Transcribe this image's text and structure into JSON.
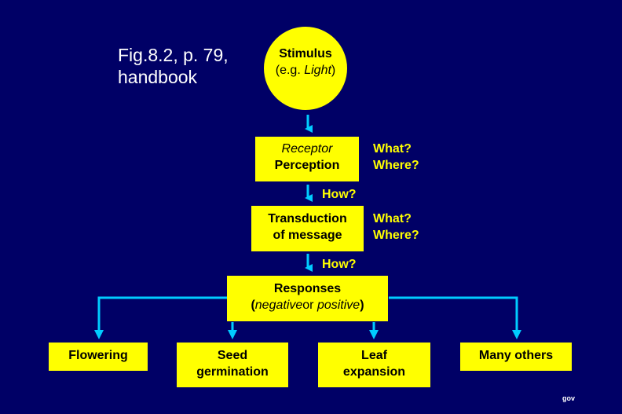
{
  "caption": {
    "line1": "Fig.8.2, p. 79,",
    "line2": "handbook"
  },
  "stimulus": {
    "line1": "Stimulus",
    "line2_prefix": "(e.g. ",
    "line2_italic": "Light",
    "line2_suffix": ")"
  },
  "receptor": {
    "line1": "Receptor",
    "line2": "Perception",
    "question1": "What?",
    "question2": "Where?"
  },
  "how1": "How?",
  "transduction": {
    "line1": "Transduction",
    "line2": "of message",
    "question1": "What?",
    "question2": "Where?"
  },
  "how2": "How?",
  "responses": {
    "line1": "Responses",
    "line2_open": "(",
    "line2_negative": "negative",
    "line2_or": "or ",
    "line2_positive": "positive",
    "line2_close": ")"
  },
  "outcomes": {
    "flowering": "Flowering",
    "seed_line1": "Seed",
    "seed_line2": "germination",
    "leaf_line1": "Leaf",
    "leaf_line2": "expansion",
    "others": "Many others"
  },
  "footer": "gov",
  "colors": {
    "background": "#000066",
    "box": "#ffff00",
    "arrow": "#00ccff",
    "question_text": "#ffff00"
  }
}
